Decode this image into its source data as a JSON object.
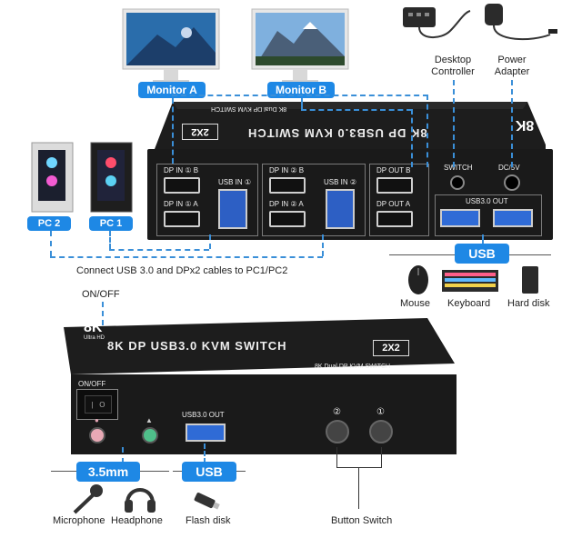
{
  "top": {
    "monitor_a": "Monitor A",
    "monitor_b": "Monitor B",
    "desktop_controller": "Desktop\nController",
    "power_adapter": "Power\nAdapter",
    "product_title": "8K DP USB3.0 KVM SWITCH",
    "badge": "2X2",
    "subtitle": "8K Dual DP KVM SWITCH",
    "ports": {
      "dp_in_1b": "DP IN ① B",
      "dp_in_1a": "DP IN ① A",
      "usb_in_1": "USB IN ①",
      "dp_in_2b": "DP IN ② B",
      "dp_in_2a": "DP IN ② A",
      "usb_in_2": "USB IN ②",
      "dp_out_b": "DP OUT B",
      "dp_out_a": "DP OUT A",
      "switch": "SWITCH",
      "dc5v": "DC/5V",
      "usb30_out": "USB3.0 OUT"
    },
    "pc2": "PC 2",
    "pc1": "PC 1",
    "connect_note": "Connect USB 3.0 and DPx2 cables to PC1/PC2",
    "usb_pill": "USB",
    "mouse": "Mouse",
    "keyboard": "Keyboard",
    "hard_disk": "Hard disk"
  },
  "bottom": {
    "onoff_outer": "ON/OFF",
    "onoff_inner": "ON/OFF",
    "logo_8k": "8K",
    "logo_sub": "Ultra HD",
    "product_title": "8K DP USB3.0 KVM SWITCH",
    "badge": "2X2",
    "subtitle": "8K Dual DP KVM SWITCH",
    "usb30_out": "USB3.0 OUT",
    "btn2": "②",
    "btn1": "①",
    "pill_35": "3.5mm",
    "pill_usb": "USB",
    "microphone": "Microphone",
    "headphone": "Headphone",
    "flash_disk": "Flash disk",
    "button_switch": "Button Switch"
  }
}
